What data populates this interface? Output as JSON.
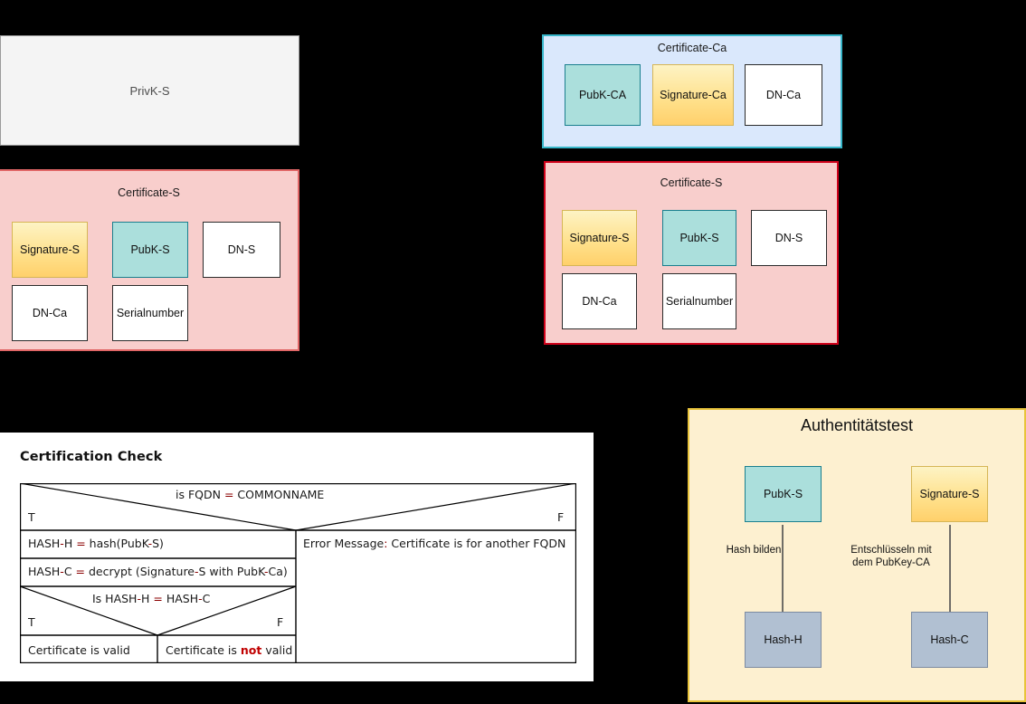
{
  "privk": {
    "label": "PrivK-S"
  },
  "certificate_ca": {
    "title": "Certificate-Ca",
    "items": [
      {
        "label": "PubK-CA",
        "style": "teal"
      },
      {
        "label": "Signature-Ca",
        "style": "yellow"
      },
      {
        "label": "DN-Ca",
        "style": "white"
      }
    ]
  },
  "certificate_s_left": {
    "title": "Certificate-S",
    "items": [
      {
        "label": "Signature-S",
        "style": "yellow"
      },
      {
        "label": "PubK-S",
        "style": "teal"
      },
      {
        "label": "DN-S",
        "style": "white"
      },
      {
        "label": "DN-Ca",
        "style": "white"
      },
      {
        "label": "Serialnumber",
        "style": "white"
      }
    ]
  },
  "certificate_s_right": {
    "title": "Certificate-S",
    "items": [
      {
        "label": "Signature-S",
        "style": "yellow"
      },
      {
        "label": "PubK-S",
        "style": "teal"
      },
      {
        "label": "DN-S",
        "style": "white"
      },
      {
        "label": "DN-Ca",
        "style": "white"
      },
      {
        "label": "Serialnumber",
        "style": "white"
      }
    ]
  },
  "certification_check": {
    "heading": "Certification Check",
    "decision1": {
      "question_pre": "is FQDN ",
      "question_eq": "=",
      "question_post": " COMMONNAME",
      "true_label": "T",
      "false_label": "F"
    },
    "step_hash_h": {
      "pre": "HASH",
      "dash1": "-",
      "mid": "H ",
      "eq": "=",
      "post": " hash(PubK",
      "dash2": "-",
      "end": "S)"
    },
    "step_hash_c": {
      "pre": "HASH",
      "dash1": "-",
      "mid": "C ",
      "eq": "=",
      "post": " decrypt (Signature",
      "dash2": "-",
      "mid2": "S with PubK",
      "dash3": "-",
      "end": "Ca)"
    },
    "decision2": {
      "question_pre": "Is HASH",
      "dash1": "-",
      "question_mid": "H ",
      "question_eq": "=",
      "question_post": " HASH",
      "dash2": "-",
      "question_end": "C",
      "true_label": "T",
      "false_label": "F"
    },
    "result_valid": "Certificate is valid",
    "result_invalid_pre": "Certificate is ",
    "result_invalid_not": "not",
    "result_invalid_post": " valid",
    "error_pre": "Error Message",
    "error_colon": ":",
    "error_post": " Certificate is for another FQDN"
  },
  "authenticity_test": {
    "title": "Authentitätstest",
    "source_left": {
      "label": "PubK-S",
      "style": "teal"
    },
    "source_right": {
      "label": "Signature-S",
      "style": "yellow"
    },
    "caption_left": "Hash bilden",
    "caption_right": "Entschlüsseln mit\ndem PubKey-CA",
    "target_left": {
      "label": "Hash-H",
      "style": "slate"
    },
    "target_right": {
      "label": "Hash-C",
      "style": "slate"
    }
  },
  "colors": {
    "background": "#000000",
    "panel_white": "#ffffff",
    "cert_ca_fill": "#dae8fc",
    "cert_ca_border": "#36b5c8",
    "cert_s_fill": "#f8cecc",
    "cert_s_border": "#d0021b",
    "teal_fill": "#abdfdc",
    "teal_border": "#1a7f8e",
    "yellow_fill": "#ffe08a",
    "yellow_border": "#d6b656",
    "slate_fill": "#b1c0d2",
    "slate_border": "#7c8ba1",
    "auth_fill": "#fdf0d0",
    "auth_border": "#e8c33a",
    "accent_red": "#8b0000",
    "privk_fill": "#f4f4f4"
  }
}
